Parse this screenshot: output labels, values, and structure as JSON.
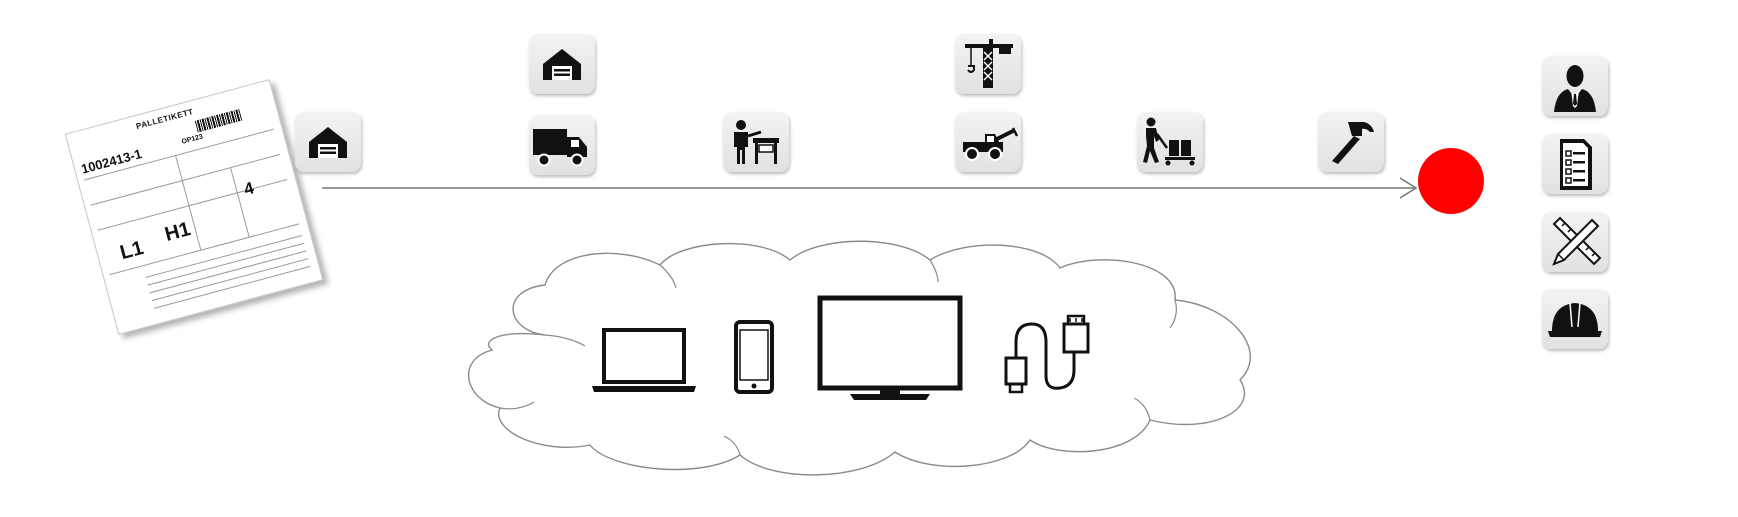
{
  "label": {
    "header": "PALLETIKETT",
    "number": "1002413-1",
    "order": "OP123",
    "length_code": "L1",
    "height_code": "H1",
    "quantity": "4"
  },
  "flow": {
    "stages": [
      "garage-icon",
      "truck-icon",
      "worker-gate-icon",
      "telehandler-icon",
      "pallet-jack-icon",
      "hammer-icon"
    ],
    "above": [
      "warehouse-icon",
      "tower-crane-icon"
    ],
    "end_color": "#ff0000"
  },
  "roles": [
    "person-icon",
    "checklist-icon",
    "ruler-pencil-icon",
    "hard-hat-icon"
  ],
  "cloud_devices": [
    "laptop-icon",
    "smartphone-icon",
    "monitor-icon",
    "usb-cable-icon"
  ]
}
